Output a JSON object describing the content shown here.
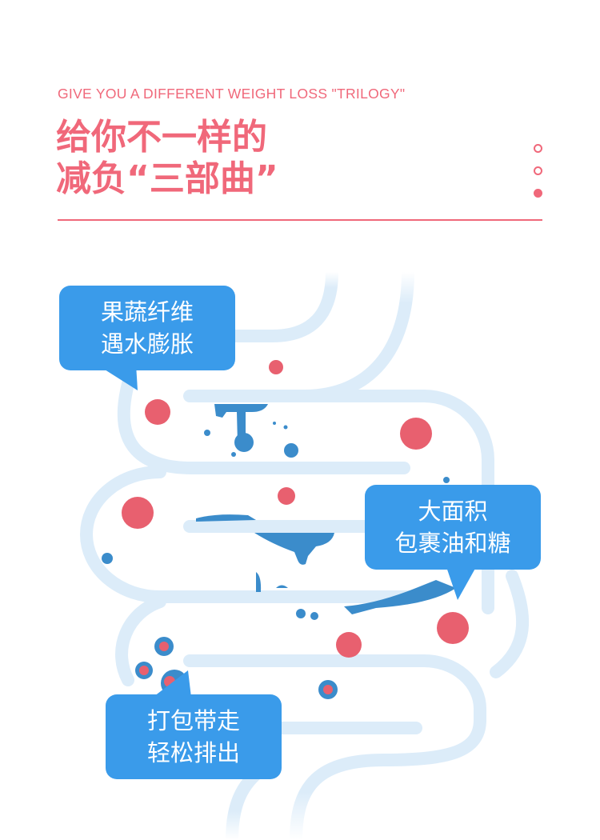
{
  "header": {
    "subtitle": "GIVE YOU A DIFFERENT WEIGHT LOSS \"TRILOGY\"",
    "title_line1": "给你不一样的",
    "title_line2": "减负“三部曲”"
  },
  "bubbles": [
    {
      "line1": "果蔬纤维",
      "line2": "遇水膨胀"
    },
    {
      "line1": "大面积",
      "line2": "包裹油和糖"
    },
    {
      "line1": "打包带走",
      "line2": "轻松排出"
    }
  ],
  "colors": {
    "accent": "#f0687a",
    "bubble": "#3a9bea",
    "intestine": "#dcecf9",
    "particle_red": "#e8606f",
    "particle_blue": "#3b8ccb"
  }
}
